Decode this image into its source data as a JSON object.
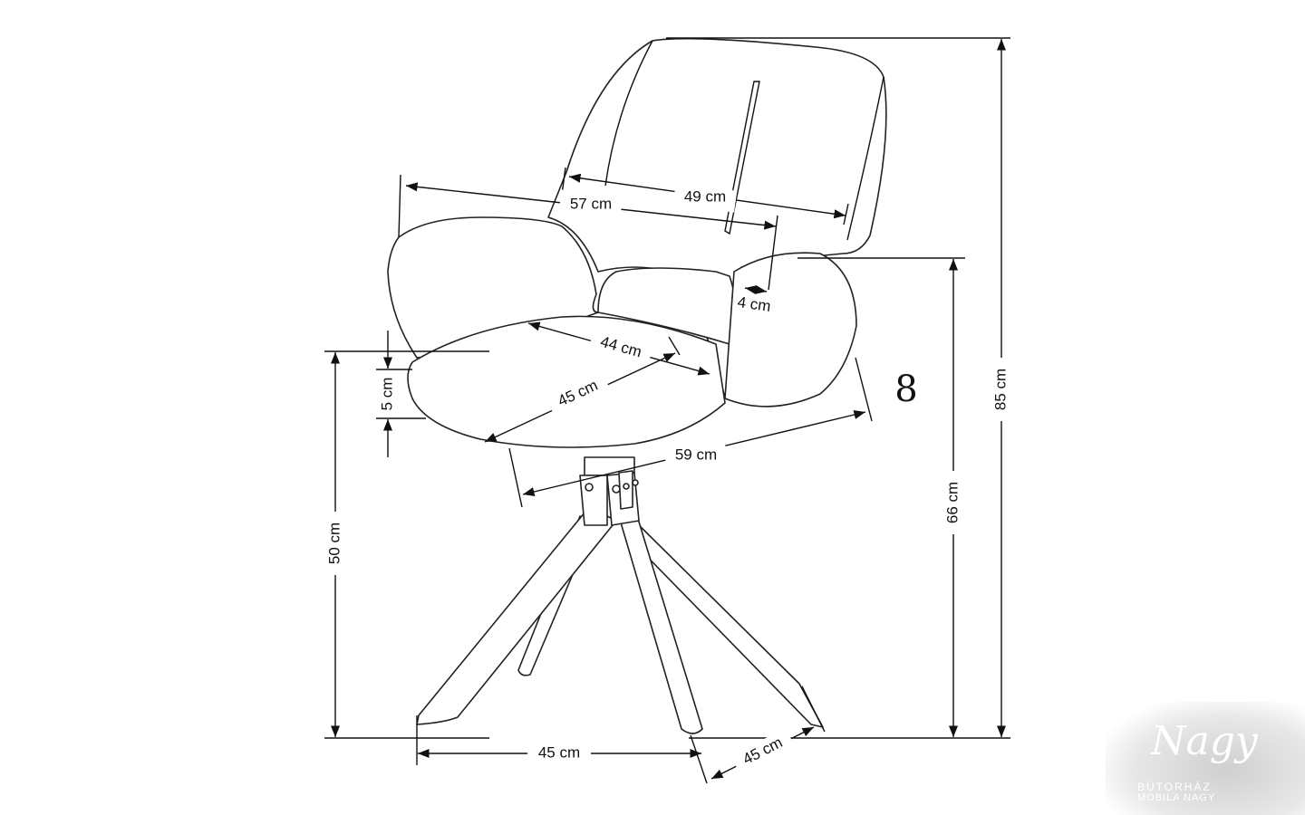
{
  "dimensions": {
    "total_height": "85 cm",
    "armrest_height": "66 cm",
    "seat_height": "50 cm",
    "seat_thickness": "5 cm",
    "total_width": "57 cm",
    "backrest_width": "49 cm",
    "armrest_thickness": "4 cm",
    "seat_width": "44 cm",
    "seat_depth": "45 cm",
    "total_depth": "59 cm",
    "base_width": "45 cm",
    "base_depth": "45 cm"
  },
  "rotation_symbol": "8",
  "logo": {
    "name": "Nagy",
    "line1": "BÚTORHÁZ",
    "line2": "MOBILA NAGY"
  }
}
